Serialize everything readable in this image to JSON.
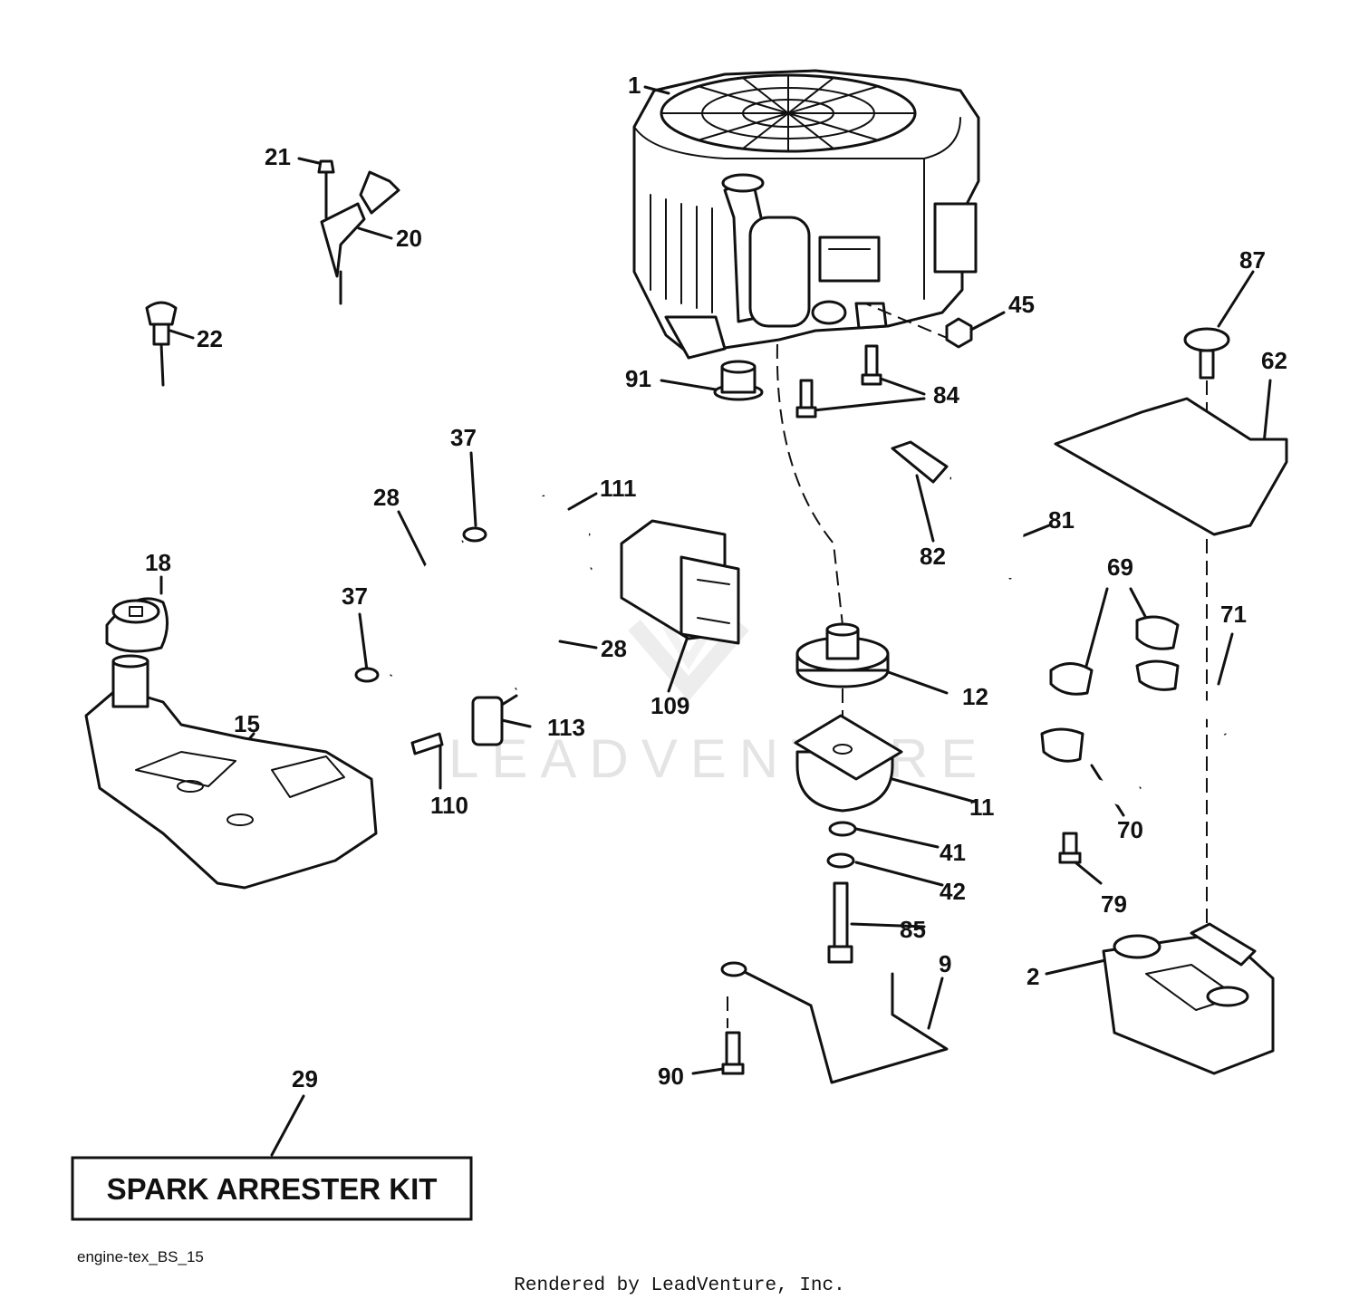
{
  "watermark": "LEADVENTURE",
  "kit_label": "SPARK ARRESTER KIT",
  "diagram_ref": "engine-tex_BS_15",
  "credit": "Rendered by LeadVenture, Inc.",
  "callouts": {
    "c1": "1",
    "c2": "2",
    "c9": "9",
    "c11": "11",
    "c12": "12",
    "c15": "15",
    "c18": "18",
    "c20": "20",
    "c21": "21",
    "c22": "22",
    "c28a": "28",
    "c28b": "28",
    "c29": "29",
    "c37a": "37",
    "c37b": "37",
    "c41": "41",
    "c42": "42",
    "c45": "45",
    "c62": "62",
    "c69": "69",
    "c70": "70",
    "c71": "71",
    "c79": "79",
    "c81": "81",
    "c82": "82",
    "c84": "84",
    "c85": "85",
    "c87": "87",
    "c90": "90",
    "c91": "91",
    "c109": "109",
    "c110": "110",
    "c111": "111",
    "c113": "113"
  }
}
